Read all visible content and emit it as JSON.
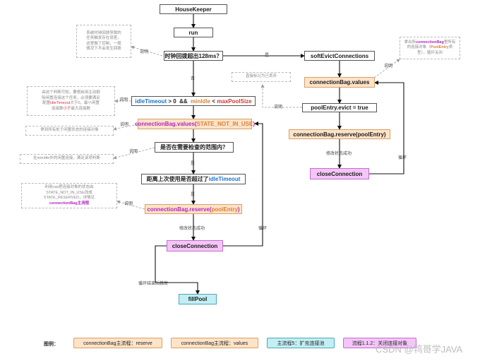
{
  "nodes": {
    "housekeeper": "HouseKeeper",
    "run": "run",
    "clock_check": "时钟回拨超出128ms？",
    "soft_evict": "softEvictConnections",
    "bag_values_right": "connectionBag.values",
    "pool_evict": "poolEntry.evict = true",
    "bag_reserve_right": "connectionBag.reserve(poolEntry)",
    "close_right": "closeConnection",
    "idle_condition": {
      "part1": "idleTimeout",
      "part2": " > 0  &&  ",
      "part3": "minIdle",
      "part4": " < ",
      "part5": "maxPoolSize"
    },
    "bag_values_state": {
      "part1": "connectionBag.values(",
      "part2": "STATE_NOT_IN_USE",
      "part3": ")"
    },
    "in_range": "是否在需要检查的范围内？",
    "idle_exceeded": {
      "part1": "距离上次使用是否超过了",
      "part2": "idleTimeout"
    },
    "bag_reserve_left": {
      "part1": "connectionBag.reserve(",
      "part2": "poolEntry",
      "part3": ")"
    },
    "close_left": "closeConnection",
    "fill_pool": "fillPool"
  },
  "notes": {
    "n_clock": [
      "系统时钟回拨导致的",
      "任务触发存在误差，",
      "这里做了控制，一般",
      "情况下不会发生回拨"
    ],
    "n_values_right": {
      "line1a": "拿出所",
      "line1b": "connectionBag",
      "line1c": "里所有",
      "line2a": "的连接对象（",
      "line2b": "PoolEntry",
      "line2c": "类",
      "line3": "型），循环关闭"
    },
    "n_mark_evicted": "直接标记为已丢弃",
    "n_idle": {
      "line1": "由这个判断可知，要想启用主动剔",
      "line2": "除闲置连接这个任务，必须要满足",
      "line3a": "配置",
      "line3b": "idleTimeout",
      "line3c": "大于0，最小闲置",
      "line4a": "连接数",
      "line4b": "小于",
      "line4c": "最大连接数"
    },
    "n_fetch": "拿到所有处于闲置状态的连接对象",
    "n_range": "在minIdle外的闲置连接，满足该项判断",
    "n_cas": {
      "line1": "利用cas把连接对象的状态由",
      "line2": "STATE_NOT_IN_USE改成",
      "line3": "STATE_RESERVED，详情见",
      "line4": "connectionBag主流程"
    }
  },
  "labels": {
    "desc": "说明",
    "yes": "是",
    "no": "否",
    "state_changed": "修改状态成功",
    "loop": "循环",
    "loop_end": "循环结束后触发"
  },
  "legend": {
    "title": "图例：",
    "items": [
      "connectionBag主流程：reserve",
      "connectionBag主流程：values",
      "主流程5：扩充连接池",
      "流程1.1.2：关闭连接对象"
    ]
  },
  "watermark": "CSDN @鸨哥学JAVA"
}
